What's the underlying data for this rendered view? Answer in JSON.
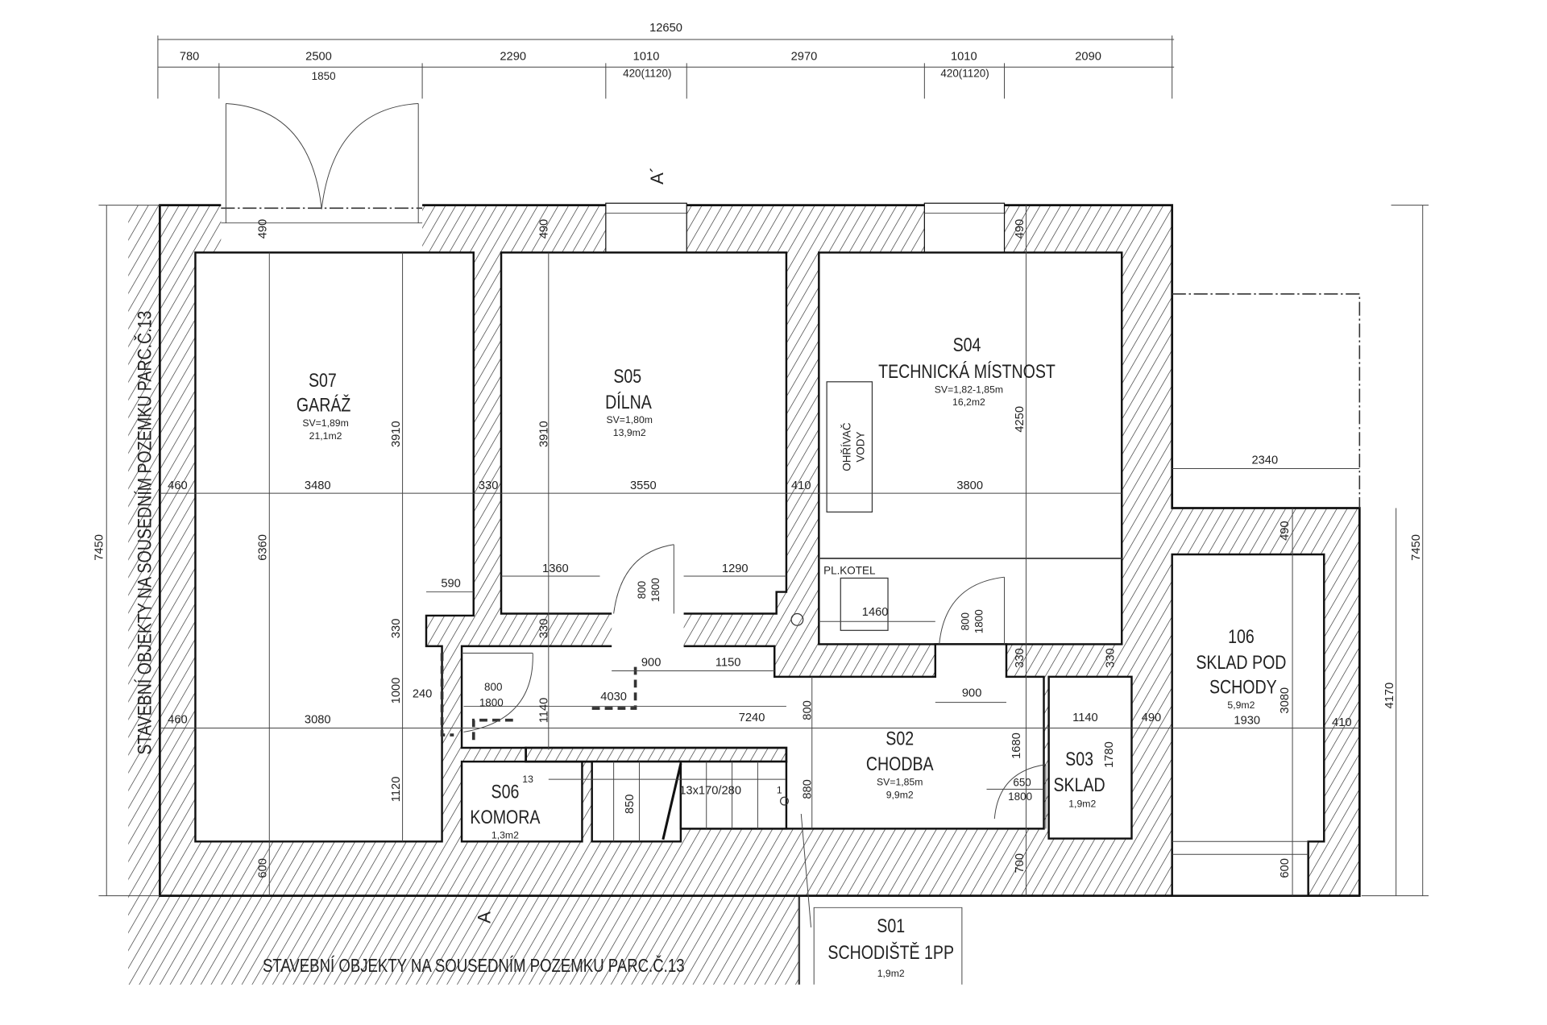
{
  "drawing": {
    "title_dims": {
      "total_width": "12650",
      "seg_1": "780",
      "seg_2": "2500",
      "seg_2_door": "1850",
      "seg_3": "2290",
      "seg_4": "1010",
      "seg_4_window": "420(1120)",
      "seg_5": "2970",
      "seg_6": "1010",
      "seg_6_window": "420(1120)",
      "seg_7": "2090"
    },
    "rooms": {
      "s07": {
        "code": "S07",
        "name": "GARÁŽ",
        "height": "SV=1,89m",
        "area": "21,1m2"
      },
      "s05": {
        "code": "S05",
        "name": "DÍLNA",
        "height": "SV=1,80m",
        "area": "13,9m2"
      },
      "s04": {
        "code": "S04",
        "name": "TECHNICKÁ MÍSTNOST",
        "height": "SV=1,82-1,85m",
        "area": "16,2m2"
      },
      "s02": {
        "code": "S02",
        "name": "CHODBA",
        "height": "SV=1,85m",
        "area": "9,9m2"
      },
      "s03": {
        "code": "S03",
        "name": "SKLAD",
        "area": "1,9m2"
      },
      "s06": {
        "code": "S06",
        "name": "KOMORA",
        "area": "1,3m2"
      },
      "r106": {
        "code": "106",
        "name": "SKLAD POD",
        "name2": "SCHODY",
        "area": "5,9m2"
      },
      "s01": {
        "code": "S01",
        "name": "SCHODIŠTĚ 1PP",
        "area": "1,9m2"
      }
    },
    "equipment": {
      "water_heater_1": "OHŘÍVAČ",
      "water_heater_2": "VODY",
      "boiler": "PL.KOTEL"
    },
    "stairs": {
      "spec": "13x170/280",
      "step_first": "1",
      "step_last": "13"
    },
    "section": {
      "top": "A´",
      "bottom": "A"
    },
    "neighbor_note": "STAVEBNÍ OBJEKTY NA SOUSEDNÍM POZEMKU PARC.Č.13",
    "dims": {
      "d490a": "490",
      "d490b": "490",
      "d490c": "490",
      "d3910a": "3910",
      "d3910b": "3910",
      "d4250": "4250",
      "d6360": "6360",
      "d7450l": "7450",
      "d7450r": "7450",
      "d4170": "4170",
      "d330a": "330",
      "d330b": "330",
      "d330c": "330",
      "d330d": "330",
      "d1000": "1000",
      "d1140v": "1140",
      "d1120": "1120",
      "d600a": "600",
      "d700": "700",
      "d600b": "600",
      "d800a": "800",
      "d1800a": "1800",
      "d800b": "800",
      "d1800b": "1800",
      "d800c": "800",
      "d880": "880",
      "d850": "850",
      "d1680": "1680",
      "d1780": "1780",
      "d3080v": "3080",
      "d490d": "490",
      "d460a": "460",
      "d3480": "3480",
      "d330h": "330",
      "d3550": "3550",
      "d410a": "410",
      "d3800": "3800",
      "d2340": "2340",
      "d1360": "1360",
      "d1290": "1290",
      "d590": "590",
      "d1460": "1460",
      "d900a": "900",
      "d1150": "1150",
      "d900b": "900",
      "d240": "240",
      "d800d": "800",
      "d1800d": "1800",
      "d4030": "4030",
      "d7240": "7240",
      "d460b": "460",
      "d3080h": "3080",
      "d1140h": "1140",
      "d490e": "490",
      "d1930": "1930",
      "d410b": "410",
      "d650": "650",
      "d1800e": "1800"
    }
  }
}
